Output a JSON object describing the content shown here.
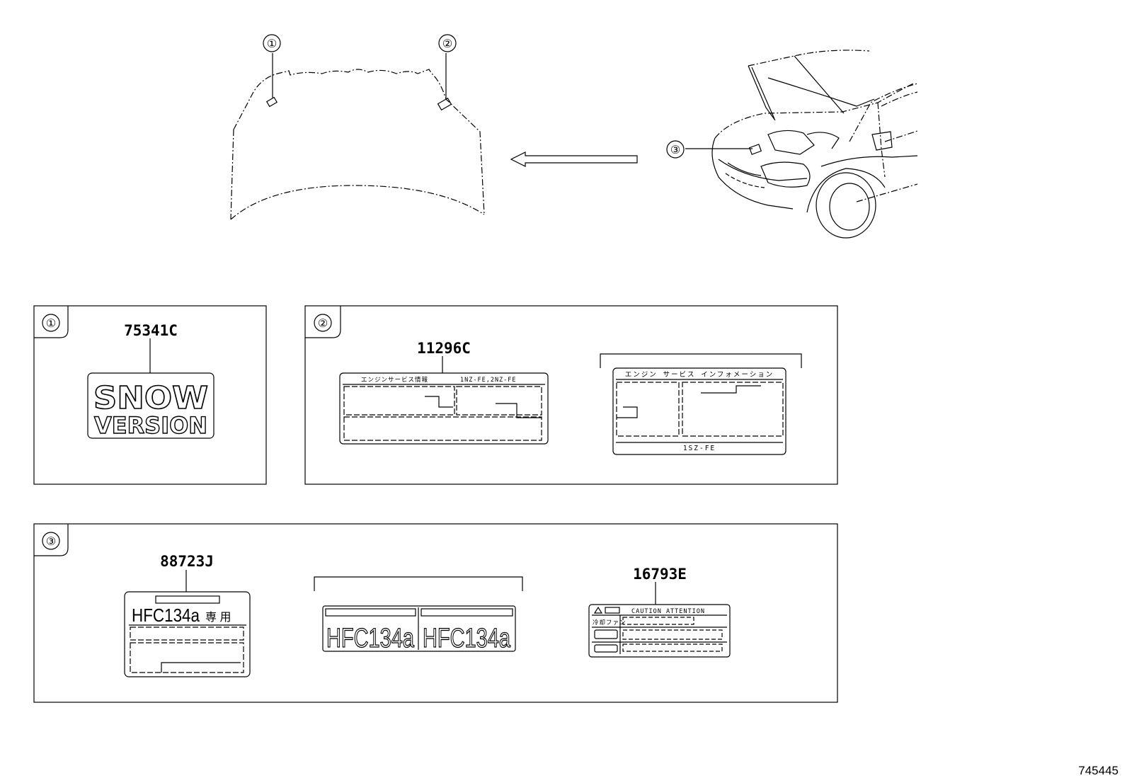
{
  "callouts": {
    "c1": "①",
    "c2": "②",
    "c3": "③"
  },
  "panels": {
    "p1": {
      "marker": "①",
      "part_number": "75341C",
      "label_line1": "SNOW",
      "label_line2": "VERSION"
    },
    "p2": {
      "marker": "②",
      "part_number": "11296C",
      "label_a_title": "エンジンサービス情報",
      "label_a_engines": "1NZ-FE,2NZ-FE",
      "label_b_title": "エンジン サービス インフォメーション",
      "label_b_engine": "1SZ-FE"
    },
    "p3": {
      "marker": "③",
      "part_number_a": "88723J",
      "hfc_text": "HFC134a",
      "hfc_suffix": "専 用",
      "part_number_c": "16793E",
      "caution_text": "CAUTION ATTENTION",
      "caution_fan": "冷却ファン"
    }
  },
  "diagram_id": "745445"
}
